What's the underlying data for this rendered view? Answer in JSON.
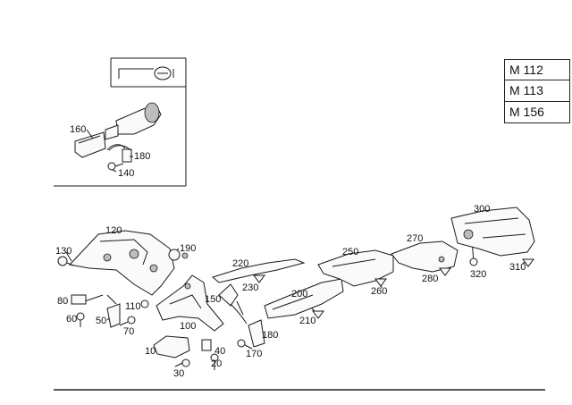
{
  "models": [
    "M 112",
    "M 113",
    "M 156"
  ],
  "inset_labels": [
    "160",
    "180",
    "140"
  ],
  "part_labels": {
    "p10": "10",
    "p20": "20",
    "p30": "30",
    "p40": "40",
    "p50": "50",
    "p60": "60",
    "p70": "70",
    "p80": "80",
    "p100": "100",
    "p110": "110",
    "p120": "120",
    "p130": "130",
    "p150": "150",
    "p170": "170",
    "p180": "180",
    "p190": "190",
    "p200": "200",
    "p210": "210",
    "p220": "220",
    "p230": "230",
    "p250": "250",
    "p260": "260",
    "p270": "270",
    "p280": "280",
    "p300": "300",
    "p310": "310",
    "p320": "320"
  },
  "icons": {
    "inset_symbol": "tool-symbol-icon"
  }
}
